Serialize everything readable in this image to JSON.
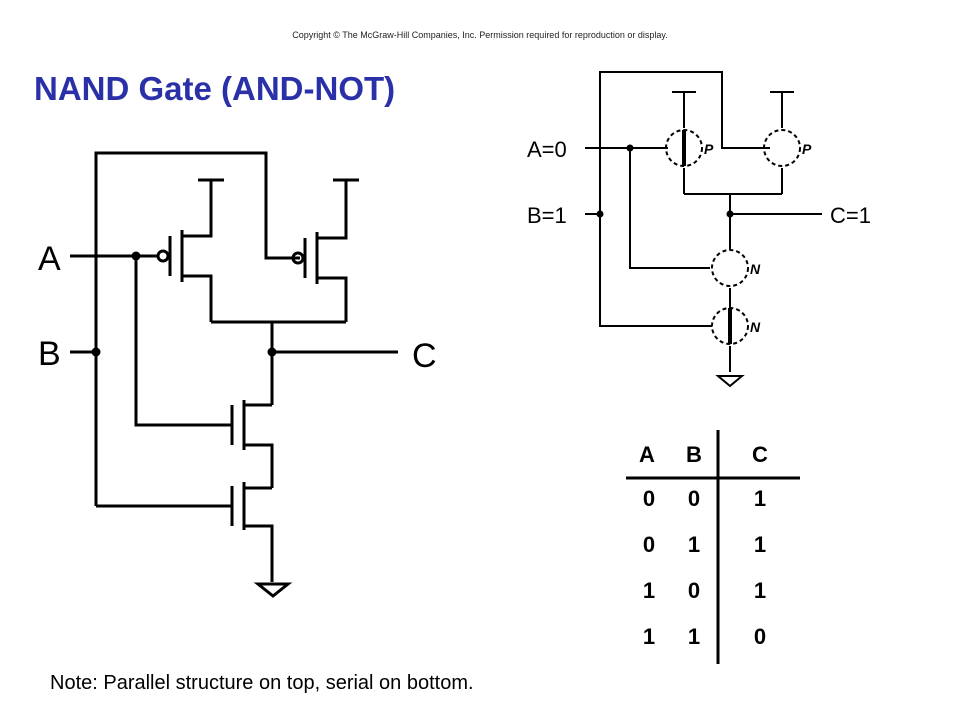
{
  "copyright": "Copyright © The McGraw-Hill Companies, Inc. Permission required for reproduction or display.",
  "title": "NAND Gate (AND-NOT)",
  "note": "Note: Parallel structure on top, serial on bottom.",
  "left_circuit": {
    "input_a": "A",
    "input_b": "B",
    "output_c": "C"
  },
  "right_circuit": {
    "input_a": "A=0",
    "input_b": "B=1",
    "output_c": "C=1",
    "pmos_label_1": "P",
    "pmos_label_2": "P",
    "nmos_label_1": "N",
    "nmos_label_2": "N"
  },
  "truth_table": {
    "headers": [
      "A",
      "B",
      "C"
    ],
    "rows": [
      [
        "0",
        "0",
        "1"
      ],
      [
        "0",
        "1",
        "1"
      ],
      [
        "1",
        "0",
        "1"
      ],
      [
        "1",
        "1",
        "0"
      ]
    ]
  }
}
